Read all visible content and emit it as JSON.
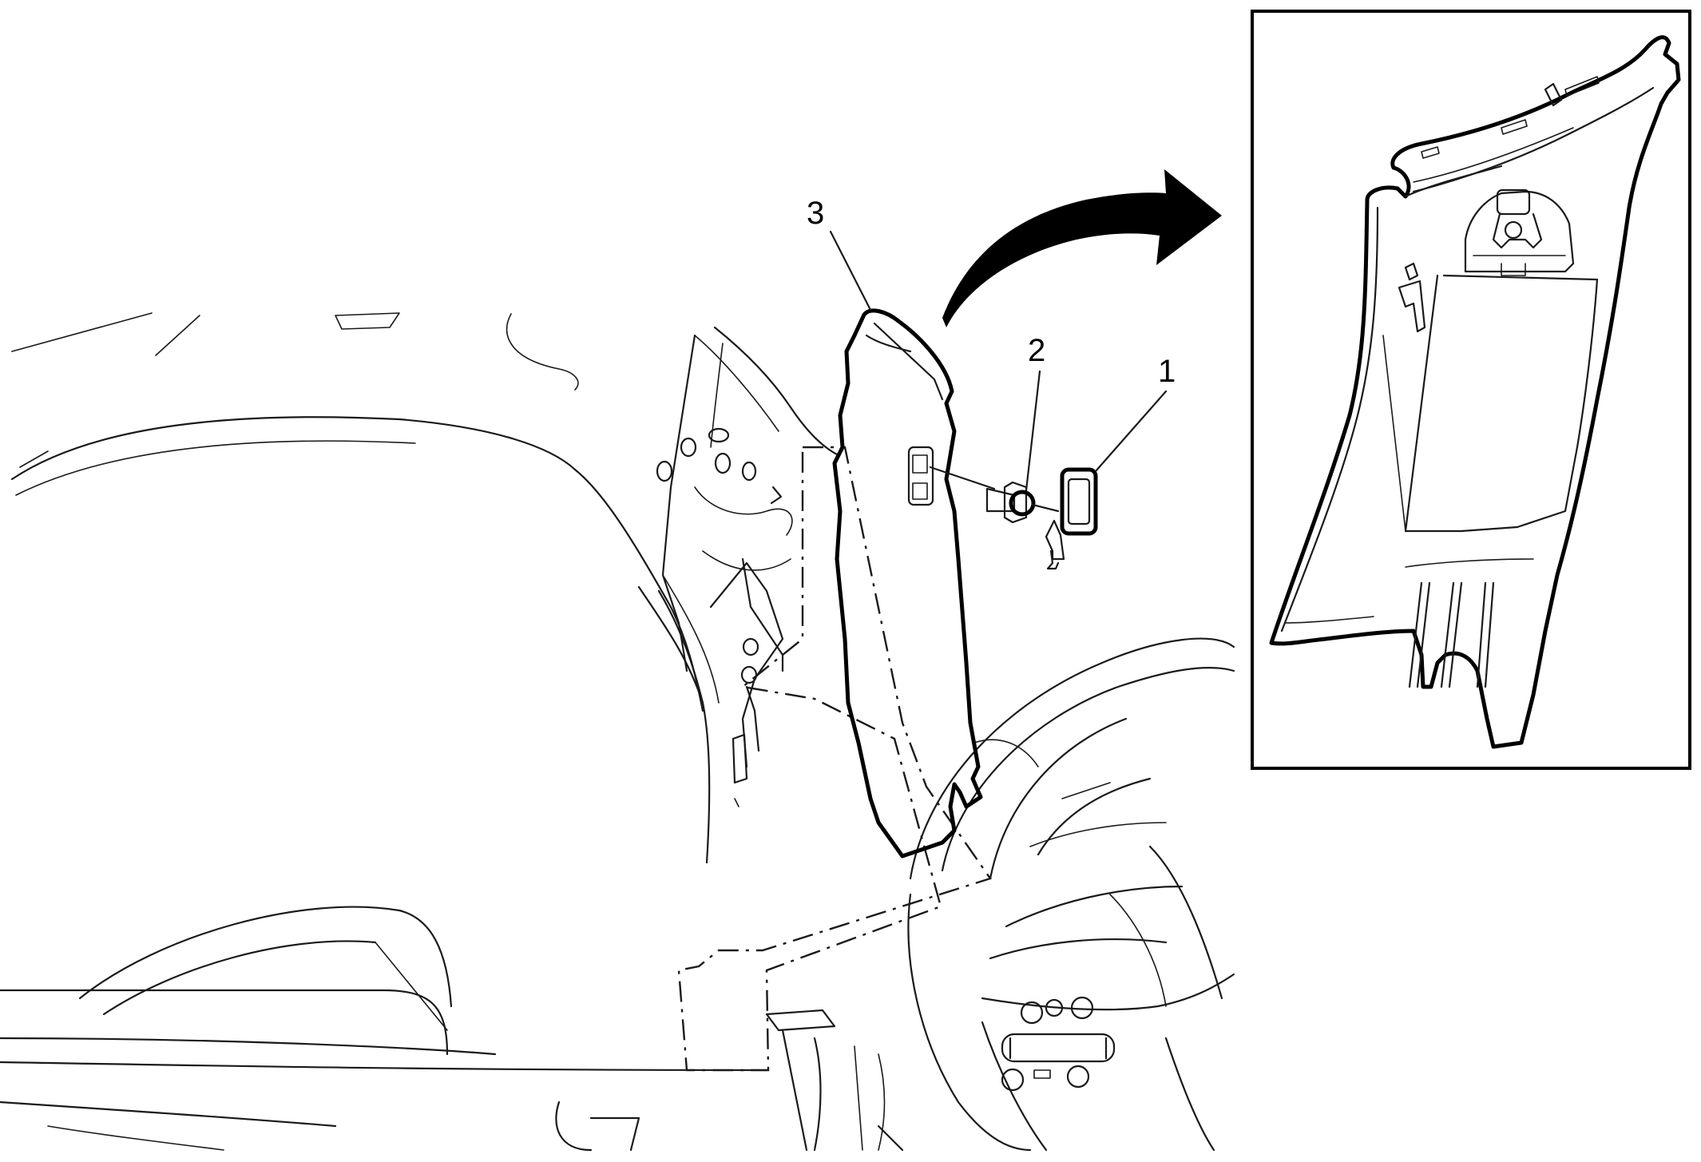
{
  "callouts": [
    {
      "id": "1",
      "label": "1"
    },
    {
      "id": "2",
      "label": "2"
    },
    {
      "id": "3",
      "label": "3"
    }
  ],
  "colors": {
    "line": "#1a1a1a",
    "highlight": "#000000",
    "background": "#ffffff"
  },
  "icons": {
    "arrow": "curved-arrow-icon",
    "push_pin": "push-pin-retainer-icon",
    "cover": "screw-cover-icon"
  }
}
